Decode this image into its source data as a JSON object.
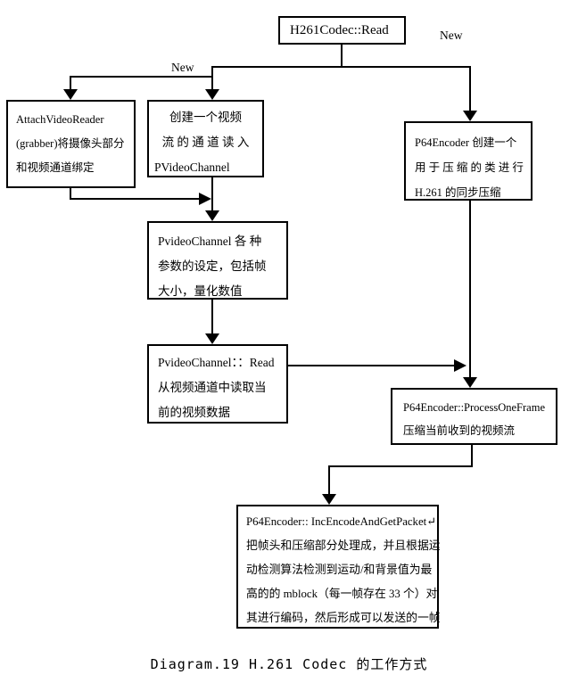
{
  "diagram": {
    "caption": "Diagram.19 H.261 Codec 的工作方式",
    "labels": {
      "new_left": "New",
      "new_right": "New"
    },
    "nodes": {
      "h261codec_read": {
        "lines": [
          "H261Codec::Read"
        ]
      },
      "attach_video_reader": {
        "lines": [
          "AttachVideoReader",
          "(grabber)将摄像头部分",
          "和视频通道绑定"
        ]
      },
      "create_channel": {
        "lines": [
          "创建一个视频",
          "流 的 通 道 读 入",
          "PVideoChannel"
        ]
      },
      "p64encoder_create": {
        "lines": [
          "P64Encoder 创建一个",
          "用 于 压 缩 的 类 进 行",
          "H.261 的同步压缩"
        ]
      },
      "pvideochannel_params": {
        "lines": [
          "PvideoChannel 各 种",
          "参数的设定，包括帧",
          "大小，量化数值"
        ]
      },
      "pvideochannel_read": {
        "lines": [
          "PvideoChannel：：Read",
          "从视频通道中读取当",
          "前的视频数据"
        ]
      },
      "p64encoder_processoneframe": {
        "lines": [
          "P64Encoder::ProcessOneFrame",
          "压缩当前收到的视频流"
        ]
      },
      "p64encoder_incencode": {
        "lines": [
          "P64Encoder:: IncEncodeAndGetPacket↵",
          "把帧头和压缩部分处理成，并且根据运",
          "动检测算法检测到运动/和背景值为最",
          "高的的 mblock（每一帧存在 33 个）对",
          "其进行编码，然后形成可以发送的一帧"
        ]
      }
    },
    "colors": {
      "line": "#000000",
      "background": "#ffffff",
      "text": "#000000"
    }
  }
}
